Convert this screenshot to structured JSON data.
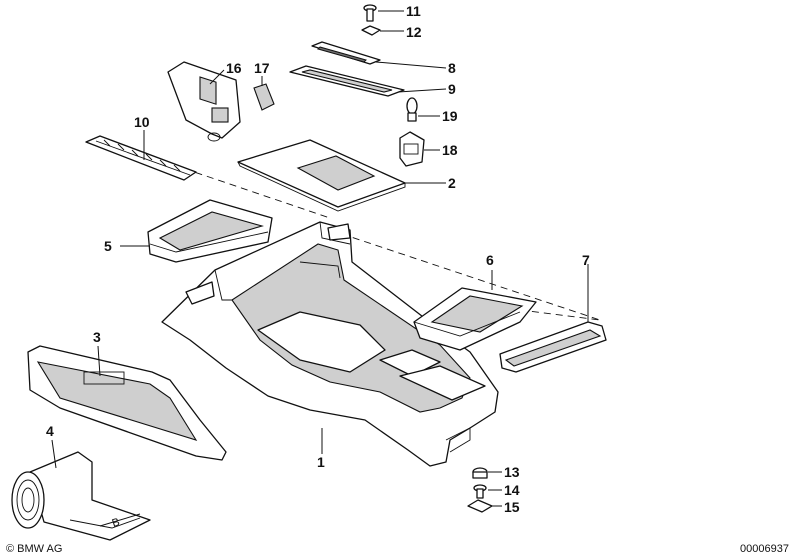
{
  "callouts": {
    "c1": "1",
    "c2": "2",
    "c3": "3",
    "c4": "4",
    "c5": "5",
    "c6": "6",
    "c7": "7",
    "c8": "8",
    "c9": "9",
    "c10": "10",
    "c11": "11",
    "c12": "12",
    "c13": "13",
    "c14": "14",
    "c15": "15",
    "c16": "16",
    "c17": "17",
    "c18": "18",
    "c19": "19"
  },
  "dimension_label": "B",
  "footer": {
    "copyright": "© BMW AG",
    "drawing_number": "00006937"
  }
}
